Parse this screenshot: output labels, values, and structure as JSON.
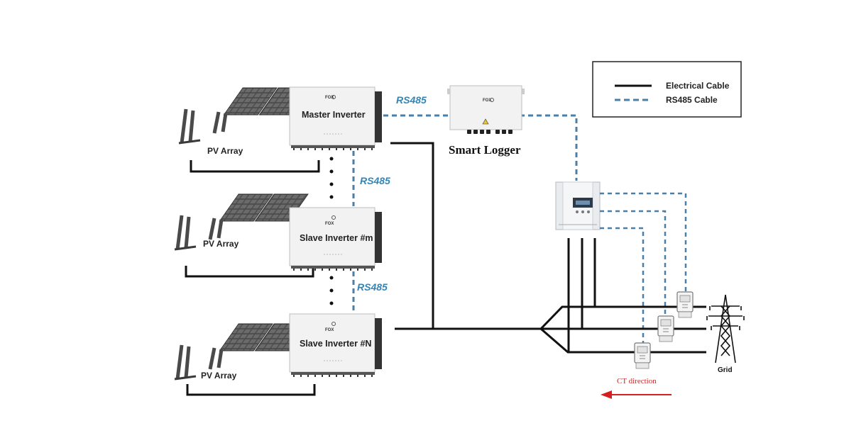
{
  "pv_arrays": [
    {
      "label": "PV Array"
    },
    {
      "label": "PV Array"
    },
    {
      "label": "PV Array"
    }
  ],
  "inverters": [
    {
      "brand": "FOX",
      "label": "Master Inverter"
    },
    {
      "brand": "FOX",
      "label": "Slave Inverter #m"
    },
    {
      "brand": "FOX",
      "label": "Slave Inverter #N"
    }
  ],
  "rs485_labels": [
    "RS485",
    "RS485",
    "RS485"
  ],
  "smart_logger": {
    "brand": "FOX",
    "label": "Smart Logger"
  },
  "legend": {
    "electrical_cable": "Electrical Cable",
    "rs485_cable": "RS485 Cable"
  },
  "grid_label": "Grid",
  "ct_direction_label": "CT direction",
  "colors": {
    "electrical_cable": "#111111",
    "rs485_cable": "#4a7fa8",
    "rs485_text": "#2f86b8",
    "ct_arrow": "#d42020",
    "device_body": "#f2f2f2",
    "panel_dark": "#3a3a3a"
  },
  "icons": [
    "solar-panel-icon",
    "inverter-icon",
    "smart-logger-icon",
    "energy-meter-icon",
    "current-transformer-icon",
    "transmission-tower-icon",
    "arrow-left-icon"
  ]
}
